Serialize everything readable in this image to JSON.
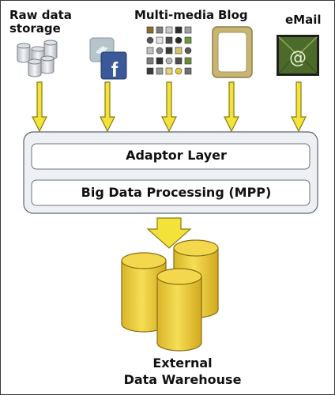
{
  "sources": {
    "raw_data": {
      "line1": "Raw data",
      "line2": "storage",
      "icon": "database-cylinders-icon"
    },
    "social": {
      "icon": "twitter-facebook-icon",
      "facebook_glyph": "f"
    },
    "multimedia": {
      "label": "Multi-media",
      "icon": "media-collage-icon"
    },
    "blog": {
      "label": "Blog",
      "icon": "blog-page-icon"
    },
    "email": {
      "label": "eMail",
      "icon": "email-envelope-icon",
      "glyph": "@"
    }
  },
  "processing": {
    "adaptor_layer": "Adaptor Layer",
    "big_data_processing": "Big Data Processing (MPP)"
  },
  "destination": {
    "line1": "External",
    "line2": "Data Warehouse",
    "icon": "data-warehouse-cylinders-icon"
  },
  "colors": {
    "arrow_fill": "#f2e23a",
    "arrow_stroke": "#8a7a10",
    "cylinder_fill": "#f0d23a",
    "panel_fill": "#eef0f4",
    "email_green": "#4c6b2a",
    "blog_border": "#b9a86a"
  }
}
